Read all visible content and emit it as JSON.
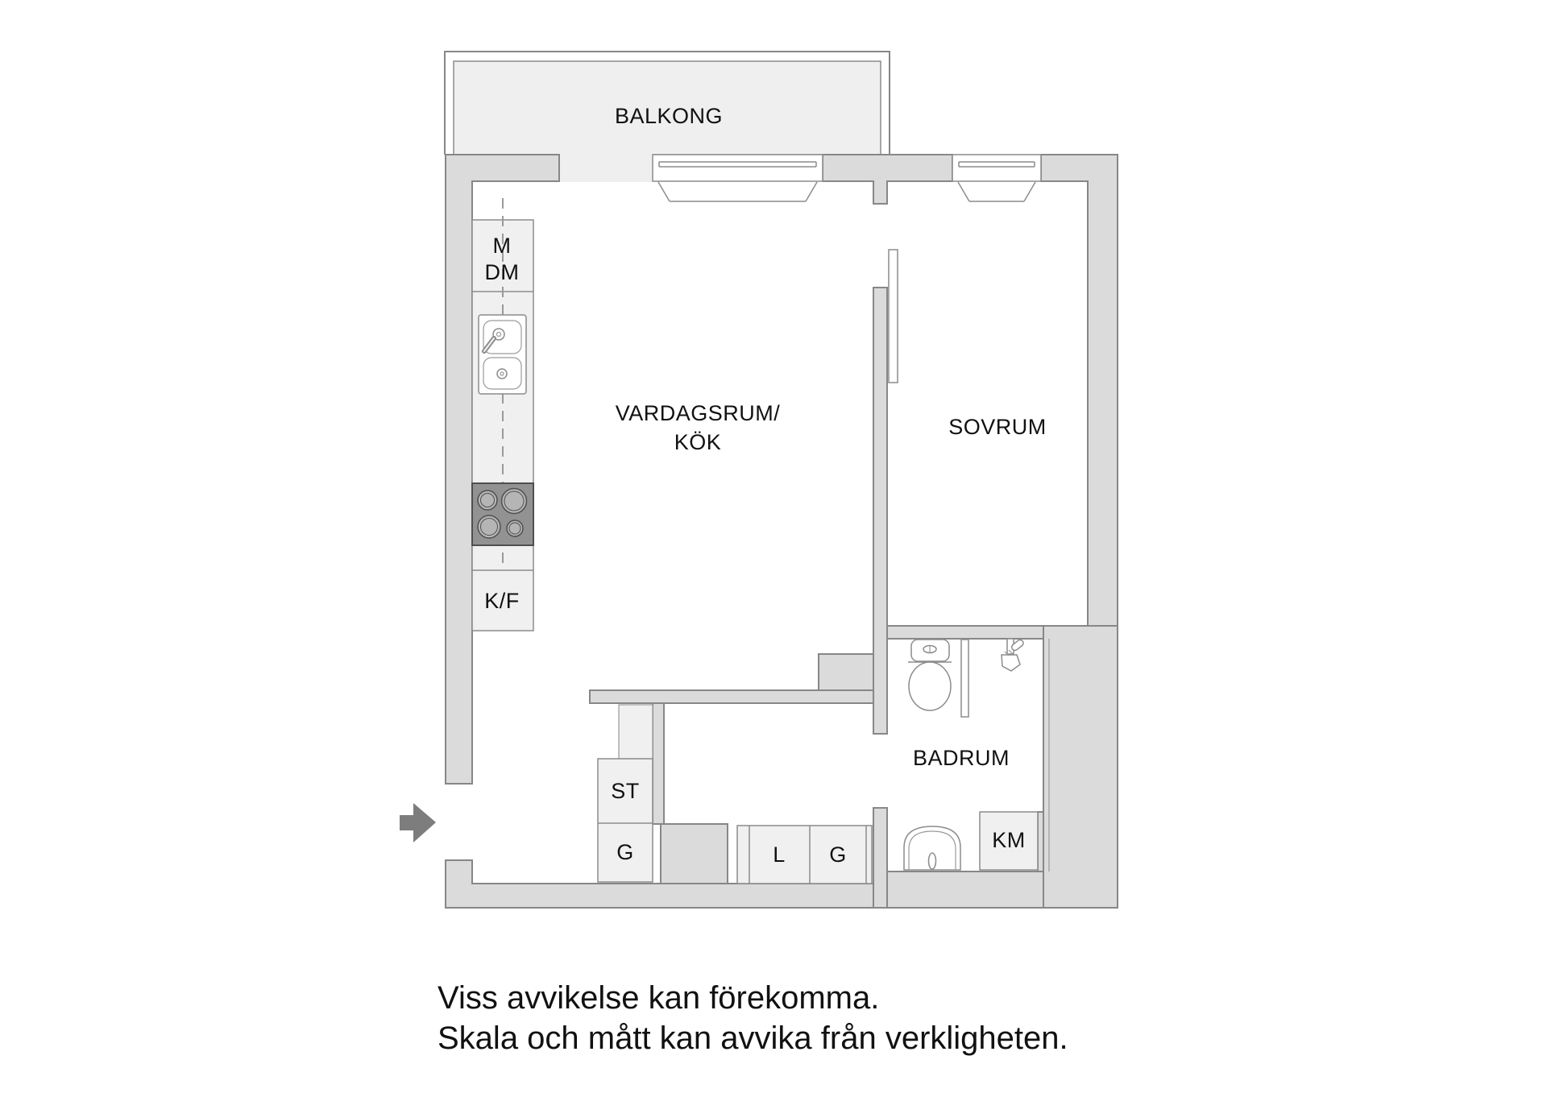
{
  "floorplan": {
    "rooms": {
      "balcony": "BALKONG",
      "living_kitchen_line1": "VARDAGSRUM/",
      "living_kitchen_line2": "KÖK",
      "bedroom": "SOVRUM",
      "bathroom": "BADRUM"
    },
    "fixtures": {
      "micro_line1": "M",
      "micro_line2": "DM",
      "fridge_freezer": "K/F",
      "cleaning_closet": "ST",
      "wardrobe_hall": "G",
      "linen_closet": "L",
      "wardrobe_2": "G",
      "washing_machine": "KM"
    }
  },
  "disclaimer": {
    "line1": "Viss avvikelse kan förekomma.",
    "line2": "Skala och mått kan avvika från verkligheten."
  },
  "colors": {
    "wall_fill": "#dbdbdb",
    "wall_stroke": "#878787",
    "fixture_fill": "#f0f0f0",
    "fixture_stroke": "#8c8c8c",
    "balcony_fill": "#efefef",
    "stove_fill": "#929292",
    "stove_stroke": "#4f4f4f",
    "burner_fill": "#b5b5b5",
    "arrow_fill": "#7d7d7d",
    "text_color": "#111111"
  }
}
